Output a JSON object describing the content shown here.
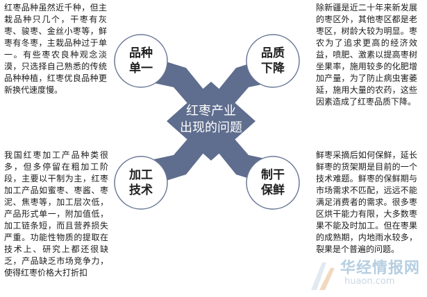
{
  "center": {
    "line1": "红枣产业",
    "line2": "出现的问题"
  },
  "nodes": {
    "top_left": {
      "line1": "品种",
      "line2": "单一"
    },
    "top_right": {
      "line1": "品质",
      "line2": "下降"
    },
    "bottom_left": {
      "line1": "加工",
      "line2": "技术"
    },
    "bottom_right": {
      "line1": "制干",
      "line2": "保鲜"
    }
  },
  "paragraphs": {
    "top_left": "红枣品种虽然近千种，但主栽品种只几个，干枣有灰枣、骏枣、金丝小枣等，鲜枣有冬枣，主栽品种过于单一。有些枣农良种观念淡漠，只选择自己熟悉的传统品种种植，红枣优良品种更新换代速度慢。",
    "top_right": "除新疆是近二十年来新发展的枣区外，其他枣区都是老枣区，树龄大较为明显。枣农为了追求更高的经济效益，喷肥、激素以提高枣树坐果率，施用较多的化肥增加产量，为了防止病虫害萎延，施用大量的农药，这些因素造成了红枣品质下降。",
    "bottom_left": "我国红枣加工产品种类很多，但多停留在粗加工阶段，主要以干制为主，红枣加工产品如蜜枣、枣酱、枣泥、焦枣等，加工层次低，产品形式单一，附加值低，加工链条短，而且营养损失严重。功能性物质的提取在技术上、研究上都还很缺乏，产品缺乏市场竞争力，使得红枣价格大打折扣",
    "bottom_right": "鲜枣采摘后如何保鲜，延长鲜枣的货架期是目前的一个技术难题。鲜枣的保鲜期与市场需求不匹配，远远不能满足消费者的需求。很多枣区烘干能力有限，大多数枣果不能及时加工。但在枣果的成熟期，内地雨水较多，裂果是个普遍的问题。"
  },
  "watermark": {
    "brand": "华经情报网",
    "url": "huaon.com"
  },
  "colors": {
    "cross": "#5f6d8e",
    "circle_fill": "#ffffff",
    "circle_stroke": "#6b7896",
    "center_text": "#ffffff"
  }
}
